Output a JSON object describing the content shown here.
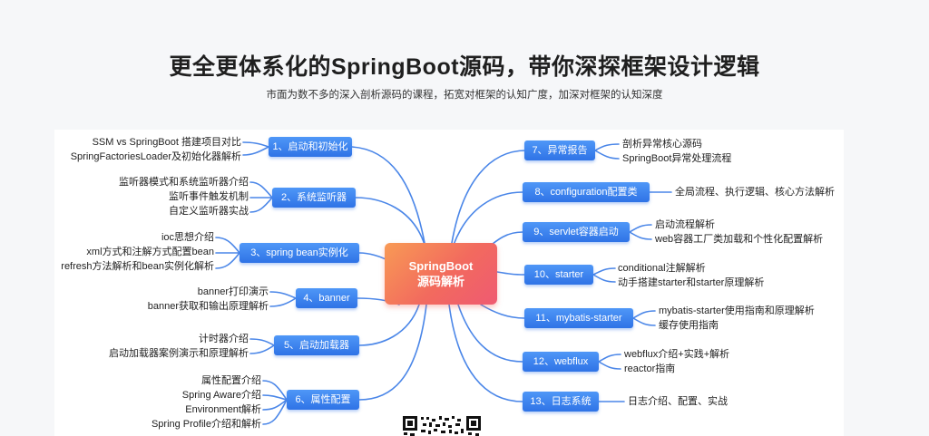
{
  "header": {
    "title": "更全更体系化的SpringBoot源码，带你深探框架设计逻辑",
    "subtitle": "市面为数不多的深入剖析源码的课程，拓宽对框架的认知广度，加深对框架的认知深度"
  },
  "center": {
    "line1": "SpringBoot",
    "line2": "源码解析"
  },
  "left_branches": [
    {
      "label": "1、启动和初始化",
      "details": [
        "SSM  vs SpringBoot 搭建项目对比",
        "SpringFactoriesLoader及初始化器解析"
      ]
    },
    {
      "label": "2、系统监听器",
      "details": [
        "监听器模式和系统监听器介绍",
        "监听事件触发机制",
        "自定义监听器实战"
      ]
    },
    {
      "label": "3、spring bean实例化",
      "details": [
        "ioc思想介绍",
        "xml方式和注解方式配置bean",
        "refresh方法解析和bean实例化解析"
      ]
    },
    {
      "label": "4、banner",
      "details": [
        "banner打印演示",
        "banner获取和输出原理解析"
      ]
    },
    {
      "label": "5、启动加载器",
      "details": [
        "计时器介绍",
        "启动加载器案例演示和原理解析"
      ]
    },
    {
      "label": "6、属性配置",
      "details": [
        "属性配置介绍",
        "Spring Aware介绍",
        "Environment解析",
        "Spring Profile介绍和解析"
      ]
    }
  ],
  "right_branches": [
    {
      "label": "7、异常报告",
      "details": [
        "剖析异常核心源码",
        "SpringBoot异常处理流程"
      ]
    },
    {
      "label": "8、configuration配置类",
      "details": [
        "全局流程、执行逻辑、核心方法解析"
      ]
    },
    {
      "label": "9、servlet容器启动",
      "details": [
        "启动流程解析",
        "web容器工厂类加载和个性化配置解析"
      ]
    },
    {
      "label": "10、starter",
      "details": [
        "conditional注解解析",
        "动手搭建starter和starter原理解析"
      ]
    },
    {
      "label": "11、mybatis-starter",
      "details": [
        "mybatis-starter使用指南和原理解析",
        "缓存使用指南"
      ]
    },
    {
      "label": "12、webflux",
      "details": [
        "webflux介绍+实践+解析",
        "reactor指南"
      ]
    },
    {
      "label": "13、日志系统",
      "details": [
        "日志介绍、配置、实战"
      ]
    }
  ],
  "colors": {
    "node": "#2f73e6",
    "center": "#f26a5e",
    "line": "#4a86e8"
  },
  "icons": {
    "qr": "qr-code-icon"
  }
}
